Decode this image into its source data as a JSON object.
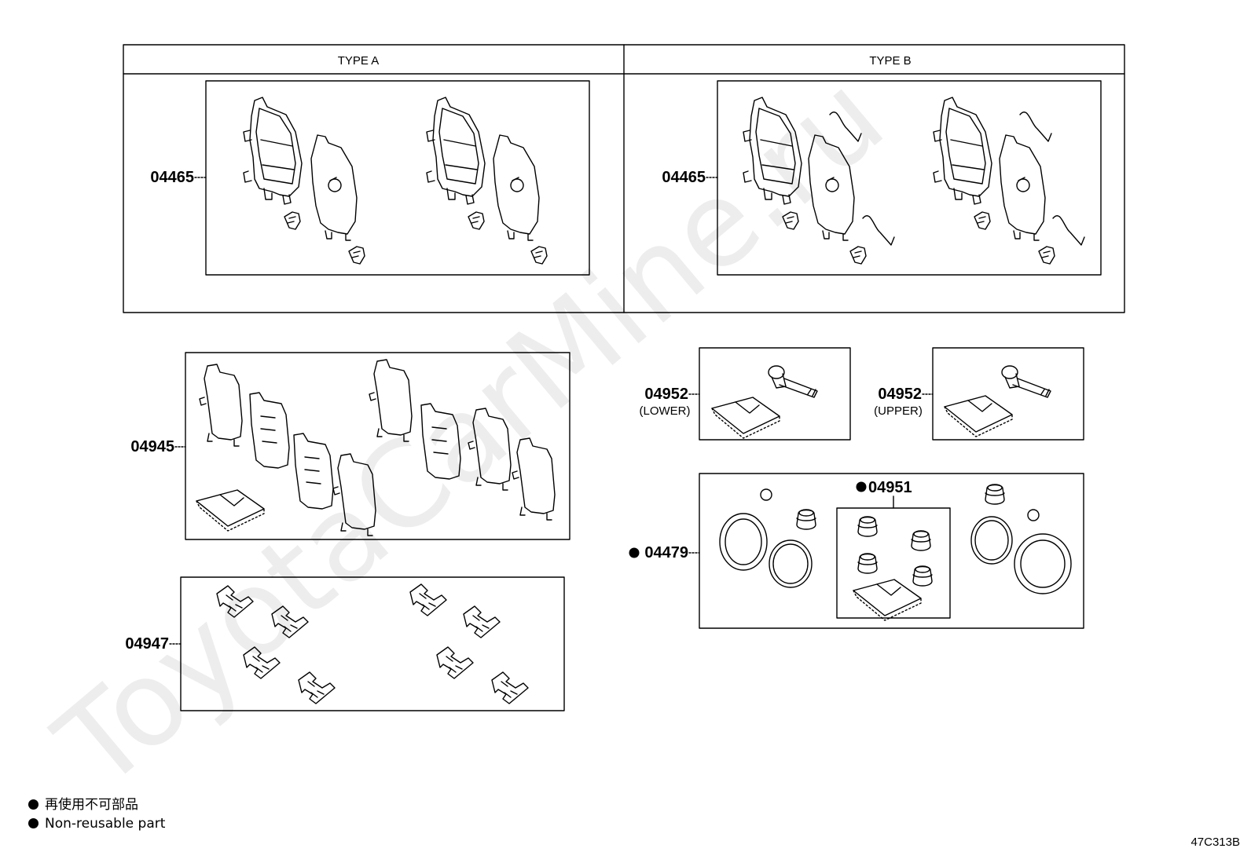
{
  "header": {
    "type_a": "TYPE A",
    "type_b": "TYPE B"
  },
  "parts": {
    "pad_a": "04465",
    "pad_b": "04465",
    "shim_kit": "04945",
    "guide_lower": "04952",
    "guide_lower_note": "(LOWER)",
    "guide_upper": "04952",
    "guide_upper_note": "(UPPER)",
    "boot_kit": "04951",
    "cylinder_kit": "04479",
    "clip_kit": "04947"
  },
  "legend": {
    "line_jp": "再使用不可部品",
    "line_en": "Non-reusable part"
  },
  "diagram_code": "47C313B",
  "watermark": "ToyotaCarMine.ru"
}
